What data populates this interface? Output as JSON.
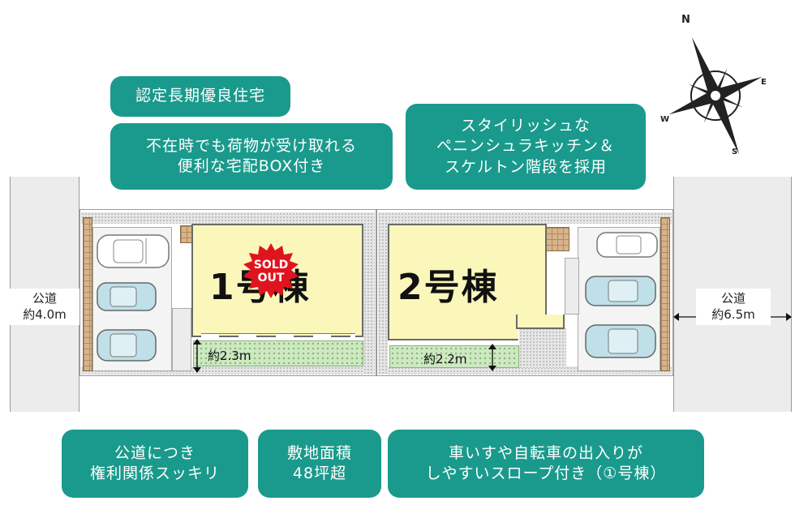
{
  "callouts": {
    "certified": "認定長期優良住宅",
    "delivery_line1": "不在時でも荷物が受け取れる",
    "delivery_line2": "便利な宅配BOX付き",
    "kitchen_line1": "スタイリッシュな",
    "kitchen_line2": "ペニンシュラキッチン＆",
    "kitchen_line3": "スケルトン階段を採用",
    "road_line1": "公道につき",
    "road_line2": "権利関係スッキリ",
    "area_line1": "敷地面積",
    "area_line2": "48坪超",
    "slope_line1": "車いすや自転車の出入りが",
    "slope_line2": "しやすいスロープ付き（①号棟）"
  },
  "roads": {
    "left_line1": "公道",
    "left_line2": "約4.0m",
    "right_line1": "公道",
    "right_line2": "約6.5m"
  },
  "buildings": {
    "building1": "1号棟",
    "building2": "2号棟",
    "sold_line1": "SOLD",
    "sold_line2": "OUT"
  },
  "dimensions": {
    "garden1": "約2.3m",
    "garden2": "約2.2m"
  },
  "compass": {
    "n": "N",
    "e": "E",
    "s": "S",
    "w": "W"
  },
  "colors": {
    "callout": "#1a9a8c",
    "house": "#fbf7bb",
    "garden": "#cfe7c3",
    "sold": "#e0141e"
  }
}
